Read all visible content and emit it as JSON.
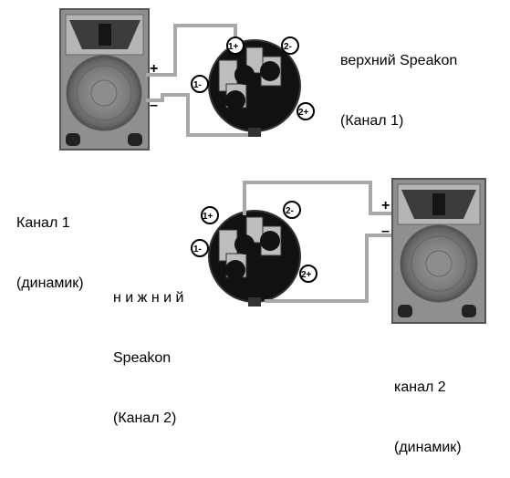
{
  "labels": {
    "top_speakon": [
      "верхний Speakon",
      "(Канал 1)"
    ],
    "channel1_speaker": [
      "Канал 1",
      "(динамик)"
    ],
    "bottom_speakon": [
      "н и ж н и й",
      "Speakon",
      "(Канал 2)"
    ],
    "channel2_speaker": [
      "канал 2",
      "(динамик)"
    ]
  },
  "terminals": {
    "plus": "+",
    "minus": "–"
  },
  "pins": {
    "p1plus": "1+",
    "p1minus": "1-",
    "p2plus": "2+",
    "p2minus": "2-"
  },
  "colors": {
    "wire": "#a8a8a8",
    "speaker_cabinet": "#909090",
    "connector_body": "#111111"
  }
}
